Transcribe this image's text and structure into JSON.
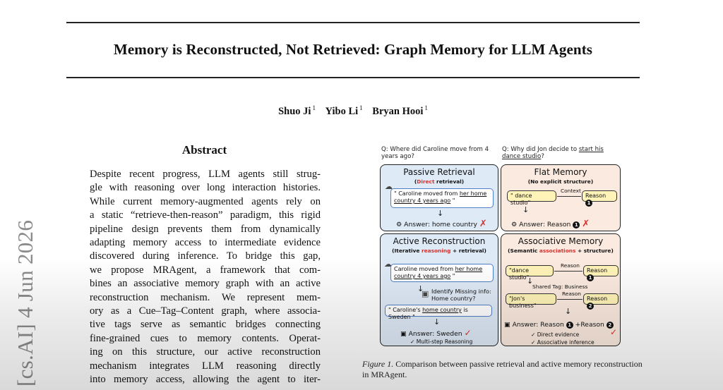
{
  "paper": {
    "title": "Memory is Reconstructed, Not Retrieved: Graph Memory for LLM Agents",
    "authors": [
      {
        "name": "Shuo Ji",
        "aff": "1"
      },
      {
        "name": "Yibo Li",
        "aff": "1"
      },
      {
        "name": "Bryan Hooi",
        "aff": "1"
      }
    ],
    "abstract_heading": "Abstract",
    "abstract_lines": [
      "Despite recent progress, LLM agents still strug-",
      "gle with reasoning over long interaction histories.",
      "While current memory-augmented agents rely on",
      "a static “retrieve-then-reason” paradigm, this rigid",
      "pipeline design prevents them from dynamically",
      "adapting memory access to intermediate evidence",
      "discovered during inference. To bridge this gap,",
      "we propose MRAgent, a framework that com-",
      "bines an associative memory graph with an active",
      "reconstruction mechanism. We represent mem-",
      "ory as a Cue–Tag–Content graph, where associa-",
      "tive tags serve as semantic bridges connecting",
      "fine-grained cues to memory contents. Operat-",
      "ing on this structure, our active reconstruction",
      "mechanism integrates LLM reasoning directly",
      "into memory access, allowing the agent to iter-"
    ],
    "arxiv_stamp": "[cs.AI]  4 Jun 2026"
  },
  "figure": {
    "q_left": {
      "pre": "Q: Where did Caroline move from 4 years ago?"
    },
    "q_right": {
      "pre": "Q: Why did Jon decide to ",
      "underlined": "start his dance studio",
      "post": "?"
    },
    "passive": {
      "title": "Passive Retrieval",
      "sub_pre": "(",
      "sub_red": "Direct",
      "sub_post": " retrieval)",
      "box_pre": "\" Caroline moved from ",
      "box_u": "her home country 4 years ago",
      "box_post": " \"",
      "answer": "Answer: home country",
      "mark": "✗"
    },
    "flat": {
      "title": "Flat Memory",
      "sub": "(No explicit structure)",
      "left_box": "\" dance studio\"",
      "edge_label": "Context",
      "right_box": "Reason",
      "answer_pre": "Answer: Reason",
      "mark": "✗"
    },
    "active": {
      "title": "Active Reconstruction",
      "sub_pre": "(Iterative ",
      "sub_red": "reasoning",
      "sub_post": " + retrieval)",
      "box1_pre": "Caroline moved from ",
      "box1_u": "her home country 4 years ago",
      "box1_post": " \"",
      "identify_line1": "Identify Missing info:",
      "identify_line2": "Home country?",
      "box2_pre": "\" Caroline's ",
      "box2_u": "home country",
      "box2_post": " is Sweden \"",
      "answer": "Answer: Sweden",
      "mark": "✓",
      "bullet": "✓ Multi-step Reasoning"
    },
    "assoc": {
      "title": "Associative Memory",
      "sub_pre": "(Semantic ",
      "sub_red": "associations",
      "sub_post": " + structure)",
      "box1": "\"dance studio\"",
      "edge1": "Reason",
      "r1": "Reason",
      "shared_tag": "Shared Tag: Business",
      "box2": "\"Jon's business\"",
      "edge2": "Reason",
      "r2": "Reason",
      "answer_pre": "Answer: Reason",
      "answer_mid": "+Reason",
      "mark": "✓",
      "bullet1": "✓ Direct evidence",
      "bullet2": "✓ Associative inference",
      "n1": "1",
      "n2": "2"
    },
    "caption_label": "Figure 1.",
    "caption_text": " Comparison between passive retrieval and active memory reconstruction in MRAgent."
  }
}
